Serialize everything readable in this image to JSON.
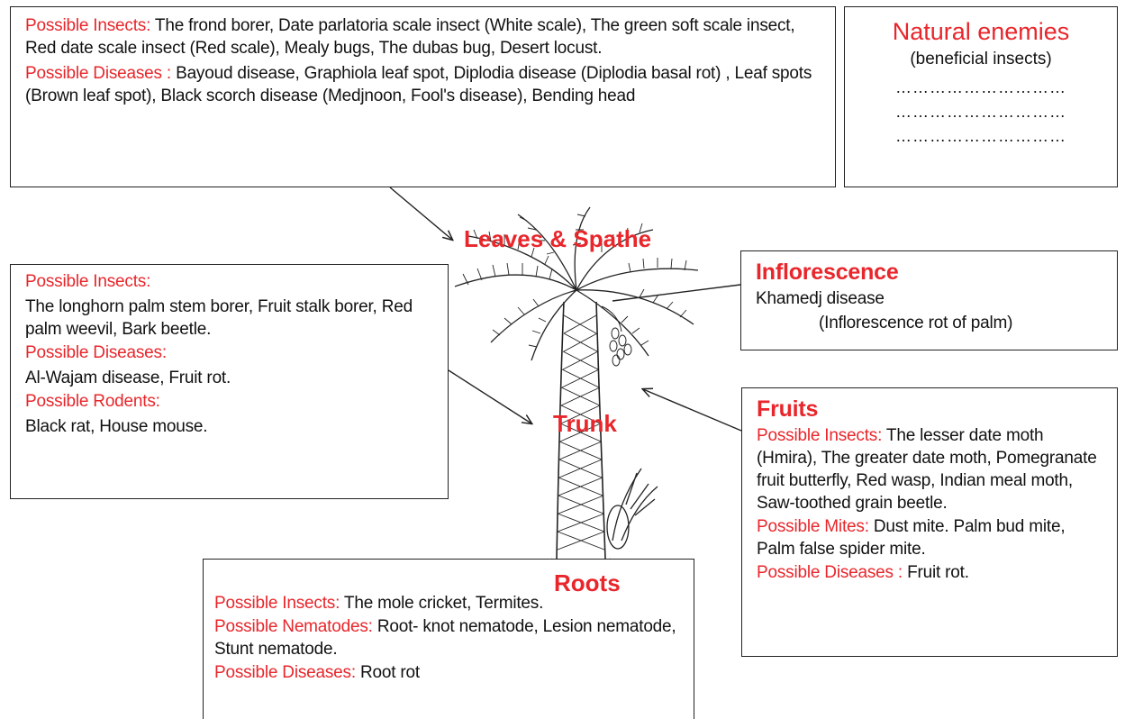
{
  "leaves_box": {
    "insects_label": "Possible Insects:",
    "insects_text": "The frond borer, Date parlatoria scale insect (White scale), The green soft scale insect, Red date scale insect (Red scale), Mealy bugs, The dubas bug, Desert locust.",
    "diseases_label": "Possible Diseases :",
    "diseases_text": "Bayoud disease, Graphiola leaf spot, Diplodia disease (Diplodia basal rot) ,  Leaf spots (Brown leaf spot), Black scorch disease (Medjnoon, Fool's disease), Bending head"
  },
  "enemies_box": {
    "title": "Natural enemies",
    "subtitle": "(beneficial insects)",
    "dots": [
      "…………………………",
      "…………………………",
      "…………………………"
    ]
  },
  "trunk_box": {
    "insects_label": "Possible Insects:",
    "insects_text": "The longhorn palm stem borer, Fruit stalk borer, Red palm weevil, Bark beetle.",
    "diseases_label": "Possible Diseases:",
    "diseases_text": "Al-Wajam disease, Fruit rot.",
    "rodents_label": "Possible Rodents:",
    "rodents_text": "Black rat, House mouse."
  },
  "inflorescence_box": {
    "title": "Inflorescence",
    "line1": "Khamedj disease",
    "line2": "(Inflorescence rot of palm)"
  },
  "fruits_box": {
    "title": "Fruits",
    "insects_label": "Possible Insects:",
    "insects_text": "The lesser date moth (Hmira), The greater date moth, Pomegranate fruit butterfly, Red wasp, Indian meal moth, Saw-toothed grain beetle.",
    "mites_label": "Possible Mites:",
    "mites_text": "Dust mite. Palm bud mite, Palm false spider mite.",
    "diseases_label": "Possible Diseases :",
    "diseases_text": "Fruit rot."
  },
  "roots_box": {
    "insects_label": "Possible Insects:",
    "insects_text": "The mole cricket, Termites.",
    "nematodes_label": "Possible Nematodes:",
    "nematodes_text": "Root- knot nematode, Lesion nematode, Stunt nematode.",
    "diseases_label": "Possible Diseases:",
    "diseases_text": "Root rot"
  },
  "labels": {
    "leaves": "Leaves & Spathe",
    "trunk": "Trunk",
    "roots": "Roots"
  }
}
